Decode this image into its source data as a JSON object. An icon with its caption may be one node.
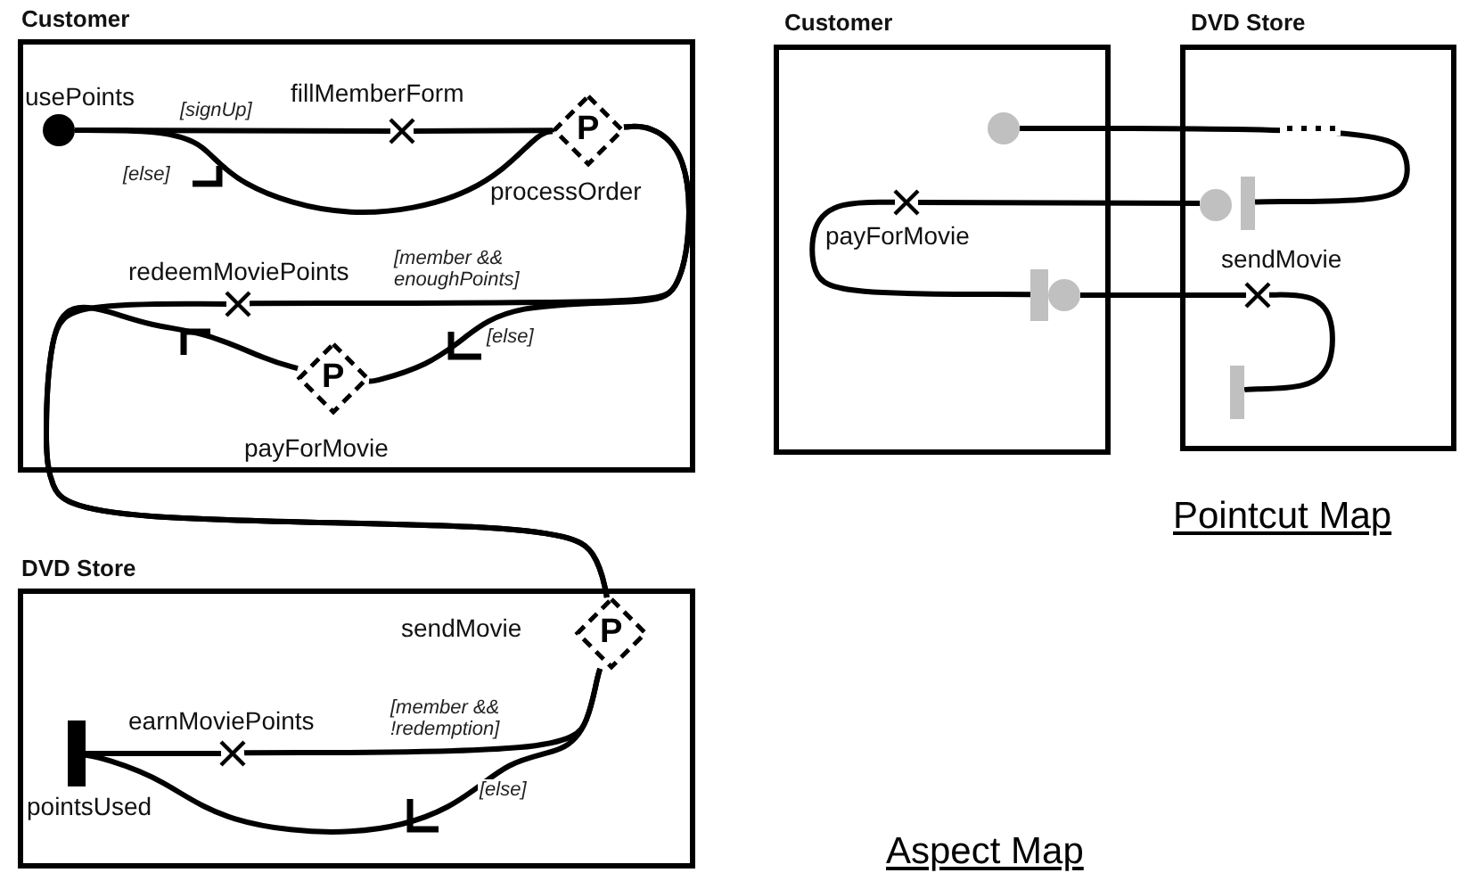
{
  "diagram": {
    "nodes": [
      {
        "text": [
          "Customer"
        ]
      },
      {
        "text": [
          "usePoints"
        ],
        "in": 0
      },
      {
        "text": [
          "fillMemberForm"
        ],
        "in": 0
      },
      {
        "text": [
          "P",
          "processOrder"
        ],
        "in": 0
      },
      {
        "text": [
          "redeemMoviePoints"
        ],
        "in": 0
      },
      {
        "text": [
          "P",
          "payForMovie"
        ],
        "in": 0
      },
      {
        "text": [
          "DVD Store"
        ]
      },
      {
        "text": [
          "sendMovie",
          "P"
        ],
        "in": 6
      },
      {
        "text": [
          "earnMoviePoints"
        ],
        "in": 6
      },
      {
        "text": [
          "pointsUsed"
        ],
        "in": 6
      },
      {
        "text": [
          "Customer"
        ]
      },
      {
        "text": [
          "DVD Store"
        ]
      },
      {
        "text": [],
        "shape": "circle",
        "in": 10
      },
      {
        "text": [
          "payForMovie"
        ],
        "in": 10
      },
      {
        "text": [],
        "shape": "bar",
        "in": 10
      },
      {
        "text": [],
        "shape": "bar",
        "in": 11
      },
      {
        "text": [
          "sendMovie"
        ],
        "in": 11
      },
      {
        "text": [],
        "shape": "bar",
        "in": 11
      }
    ],
    "edges": [
      {
        "from": 1,
        "to": 2,
        "arrow": "none",
        "label": "[signUp]"
      },
      {
        "from": 2,
        "to": 3,
        "arrow": "none"
      },
      {
        "from": 1,
        "to": 3,
        "arrow": "none",
        "label": "[else]"
      },
      {
        "from": 3,
        "to": 4,
        "arrow": "none",
        "label": "[member && enoughPoints]"
      },
      {
        "from": 3,
        "to": 5,
        "arrow": "none",
        "label": "[else]"
      },
      {
        "from": 4,
        "to": 7,
        "arrow": "none"
      },
      {
        "from": 5,
        "to": 7,
        "arrow": "none"
      },
      {
        "from": 7,
        "to": 8,
        "arrow": "none",
        "label": "[member && !redemption]"
      },
      {
        "from": 8,
        "to": 9,
        "arrow": "none"
      },
      {
        "from": 7,
        "to": 9,
        "arrow": "none",
        "label": "[else]"
      },
      {
        "from": 12,
        "to": 15,
        "arrow": "none"
      },
      {
        "from": 15,
        "to": 13,
        "arrow": "none"
      },
      {
        "from": 13,
        "to": 14,
        "arrow": "none"
      },
      {
        "from": 14,
        "to": 16,
        "arrow": "none"
      },
      {
        "from": 16,
        "to": 17,
        "arrow": "none"
      }
    ],
    "labels": [
      "Aspect Map",
      "Pointcut Map"
    ]
  }
}
